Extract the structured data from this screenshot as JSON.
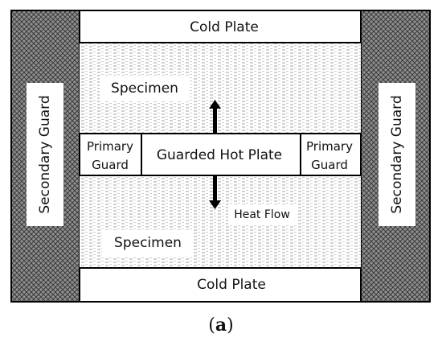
{
  "labels": {
    "cold_plate_top": "Cold Plate",
    "cold_plate_bottom": "Cold Plate",
    "specimen_top": "Specimen",
    "specimen_bottom": "Specimen",
    "primary_guard_left": [
      "Primary",
      "Guard"
    ],
    "primary_guard_right": [
      "Primary",
      "Guard"
    ],
    "hot_plate": "Guarded Hot Plate",
    "heat_flow": "Heat Flow",
    "secondary_guard_left": "Secondary Guard",
    "secondary_guard_right": "Secondary Guard"
  },
  "caption": {
    "open": "(",
    "letter": "a",
    "close": ")"
  },
  "colors": {
    "outline": "#000000",
    "crosshatch_fill": "#8f8f8f",
    "specimen_dash": "#9a9a9a",
    "arrow": "#000000"
  }
}
